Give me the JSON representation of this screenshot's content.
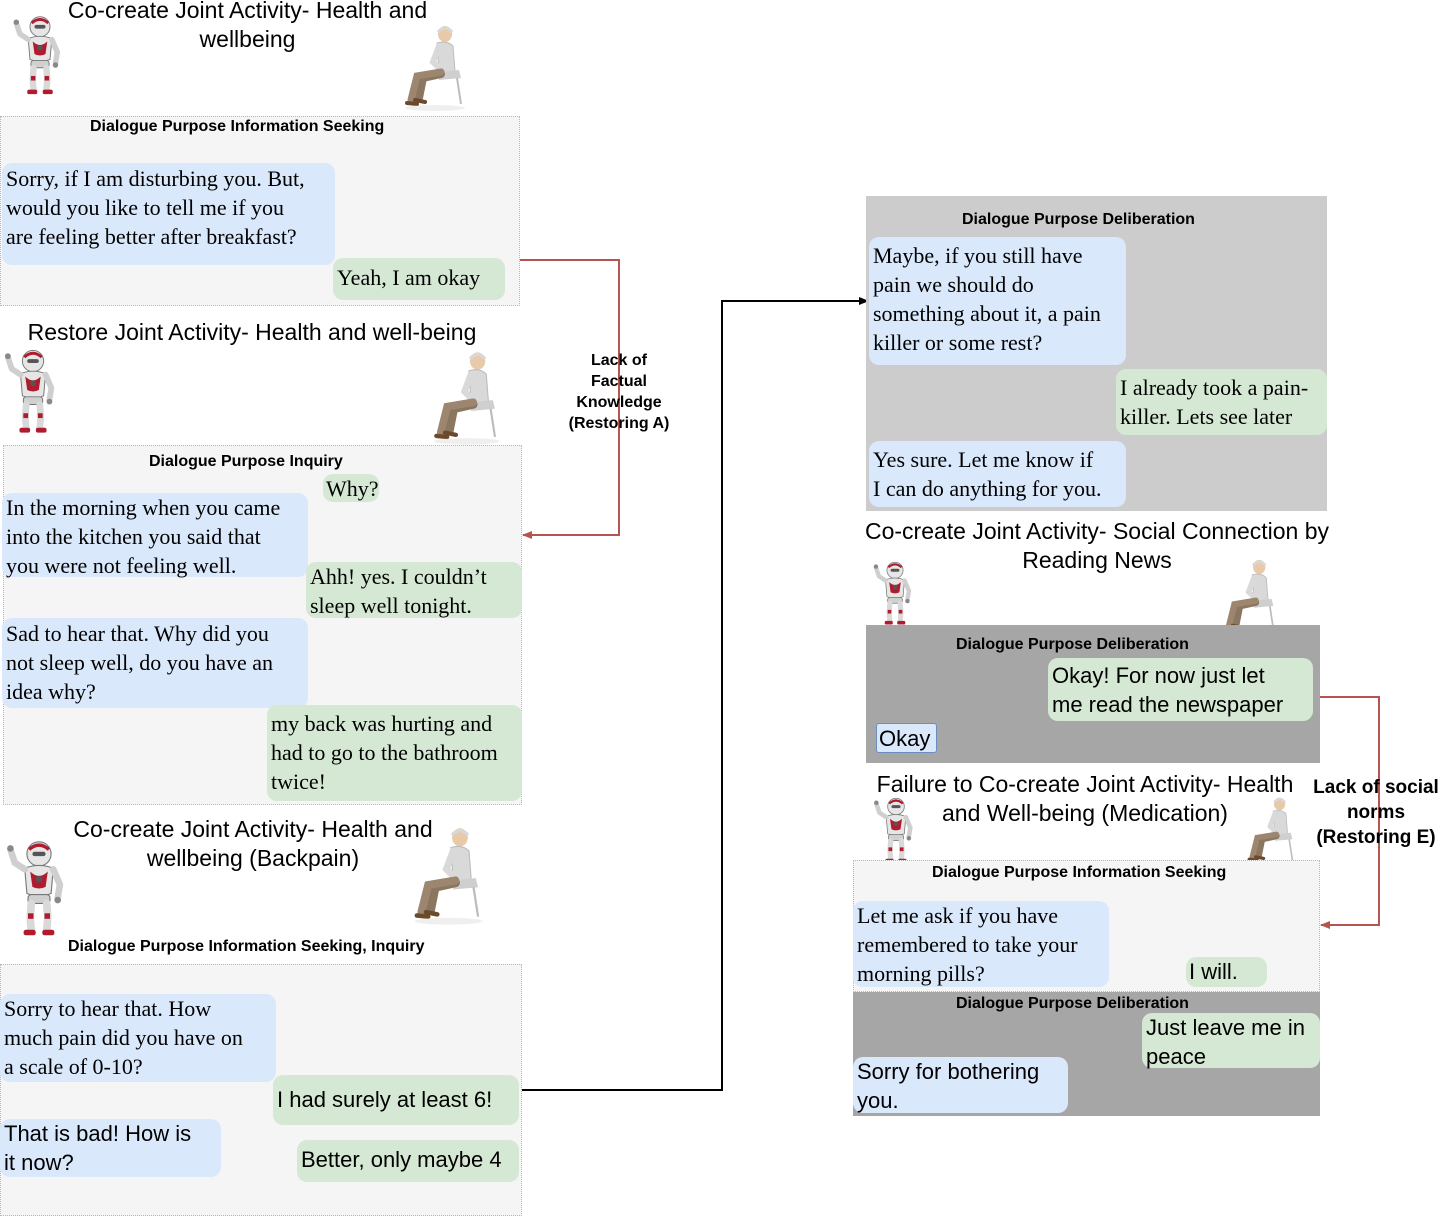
{
  "colors": {
    "robot_bubble": "#dae8fc",
    "human_bubble": "#d5e8d4",
    "panel_light": "#f5f5f5",
    "panel_mid": "#cccccc",
    "panel_dark": "#a6a6a6",
    "red_connector": "#b85450",
    "black_connector": "#000000"
  },
  "icons": {
    "robot": "humanoid-robot-icon",
    "human": "seated-elderly-man-icon"
  },
  "scenes": {
    "s1": {
      "title_line1": "Co-create Joint Activity- Health and",
      "title_line2": "wellbeing",
      "purpose": "Dialogue Purpose  Information Seeking",
      "b1": [
        "Sorry, if I am disturbing you. But,",
        "would you like to tell me if you",
        "are feeling better after breakfast?"
      ],
      "b2": "Yeah, I am okay"
    },
    "s2": {
      "title": "Restore Joint Activity- Health and well-being",
      "purpose": "Dialogue Purpose Inquiry",
      "b1": "Why?",
      "b2": [
        "In the morning when you came",
        "into the kitchen you said that",
        "you were not feeling well."
      ],
      "b3": [
        "Ahh! yes. I couldn’t",
        "sleep well tonight."
      ],
      "b4": [
        "Sad to hear that. Why did you",
        "not sleep well, do you have an",
        "idea why?"
      ],
      "b5": [
        "my back was hurting and",
        "had to go to the bathroom",
        "twice!"
      ]
    },
    "s3": {
      "title_line1": "Co-create Joint Activity- Health and",
      "title_line2": "wellbeing (Backpain)",
      "purpose": "Dialogue Purpose Information Seeking, Inquiry",
      "b1": [
        "Sorry to hear that. How",
        "much pain did you have on",
        "a scale of 0-10?"
      ],
      "b2": "I had surely at least 6!",
      "b3": [
        "That is bad! How is",
        "it now?"
      ],
      "b4": "Better, only maybe 4"
    },
    "s4": {
      "purpose": "Dialogue Purpose  Deliberation",
      "b1": [
        "Maybe, if you still have",
        "pain we should do",
        "something about it, a pain",
        "killer or some rest?"
      ],
      "b2": [
        "I already took a pain-",
        "killer. Lets see later"
      ],
      "b3": [
        "Yes sure. Let me know if",
        "I can do anything for you."
      ]
    },
    "s5": {
      "title_line1": "Co-create Joint Activity- Social Connection by",
      "title_line2": "Reading News",
      "purpose": "Dialogue Purpose Deliberation",
      "b1": [
        "Okay! For now just let",
        "me read the newspaper"
      ],
      "b2": "Okay"
    },
    "s6": {
      "title_line1": "Failure to Co-create Joint Activity- Health",
      "title_line2": "and Well-being (Medication)",
      "purpose1": "Dialogue Purpose  Information Seeking",
      "b1": [
        "Let me ask if you have",
        "remembered to take your",
        "morning pills?"
      ],
      "b2": "I will.",
      "purpose2": "Dialogue Purpose Deliberation",
      "b3": [
        "Just leave me in",
        "peace"
      ],
      "b4": [
        "Sorry for bothering",
        "you."
      ]
    }
  },
  "connectors": {
    "lack_factual": [
      "Lack of",
      "Factual",
      "Knowledge",
      "(Restoring A)"
    ],
    "lack_social": [
      "Lack of social",
      "norms",
      "(Restoring E)"
    ]
  }
}
